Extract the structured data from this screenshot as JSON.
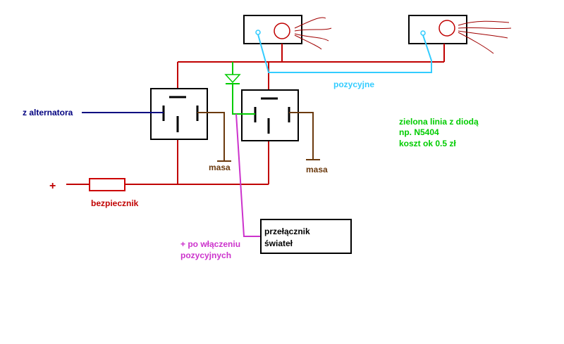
{
  "labels": {
    "alternator": "z alternatora",
    "plus": "+",
    "fuse": "bezpiecznik",
    "ground_left": "masa",
    "ground_right": "masa",
    "position": "pozycyjne",
    "note_line1": "zielona linia z diodą",
    "note_line2": "np. N5404",
    "note_line3": "koszt ok 0.5 zł",
    "switch_line1": "przełącznik",
    "switch_line2": "świateł",
    "pink_line1": "+ po włączeniu",
    "pink_line2": "pozycyjnych"
  },
  "colors": {
    "red": "#c00000",
    "blue": "#000080",
    "cyan": "#33ccff",
    "green": "#00cc00",
    "magenta": "#cc33cc",
    "brown": "#6b3a0e",
    "fuse_red": "#cc0000",
    "black": "#000000"
  }
}
